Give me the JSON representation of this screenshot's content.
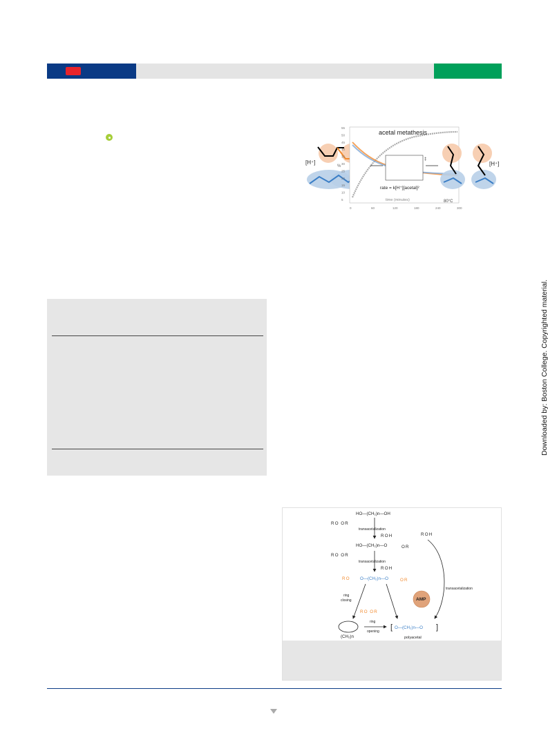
{
  "sidebar_note": "Downloaded by: Boston College. Copyrighted material.",
  "toc_figure": {
    "title": "acetal metathesis",
    "rate_law": "rate = k[H⁺][acetal]²",
    "temperature": "80°C",
    "catalyst_left": "[H⁺]",
    "catalyst_right": "[H⁺]",
    "ylabel": "%",
    "xlabel": "time (minutes)",
    "ts_mark": "‡",
    "y_ticks": [
      "55",
      "50",
      "45",
      "40",
      "35",
      "30",
      "25",
      "20",
      "15",
      "10",
      "5"
    ],
    "x_ticks": [
      "0",
      "60",
      "120",
      "180",
      "240",
      "300"
    ]
  },
  "scheme": {
    "diol": "HO—(CH₂)n—OH",
    "acetal_1": "R O   O R",
    "step1": "transacetalization",
    "byproduct_1": "R O H",
    "mono": "HO—(CH₂)n—O",
    "mono_r": "O R",
    "acetal_2": "R O   O R",
    "step2": "transacetalization",
    "byproduct_2": "R O H",
    "bis_left": "R O",
    "bis_core": "O—(CH₂)n—O",
    "bis_right": "O R",
    "byproduct_3": "R O H",
    "step3": "transacetalization",
    "ring_closing": [
      "ring",
      "closing"
    ],
    "amp": "AMP",
    "released": "R O   O R",
    "cyclic": "(CH₂)n",
    "ring_opening": [
      "ring",
      "opening"
    ],
    "polymer": "O—(CH₂)n—O",
    "polymer_label": "polyacetal"
  },
  "colors": {
    "header_blue": "#0a3a85",
    "header_red": "#e8242b",
    "header_green": "#00a05a",
    "orange": "#f28a2e",
    "blue": "#3a7ec6"
  }
}
